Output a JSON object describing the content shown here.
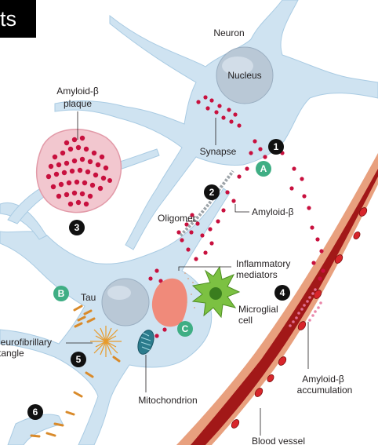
{
  "header_tab": "ts",
  "labels": {
    "neuron": "Neuron",
    "nucleus": "Nucleus",
    "amyloid_plaque": [
      "Amyloid-β",
      "plaque"
    ],
    "synapse": "Synapse",
    "oligomer": "Oligomer",
    "amyloid_beta": "Amyloid-β",
    "inflammatory_mediators": [
      "Inflammatory",
      "mediators"
    ],
    "tau": "Tau",
    "microglial_cell": [
      "Microglial",
      "cell"
    ],
    "neurofibrillary_tangle": [
      "Neurofibrillary",
      "tangle"
    ],
    "mitochondrion": "Mitochondrion",
    "amyloid_accumulation": [
      "Amyloid-β",
      "accumulation"
    ],
    "blood_vessel": "Blood vessel"
  },
  "step_numbers": [
    "1",
    "2",
    "3",
    "4",
    "5",
    "6"
  ],
  "letter_markers": [
    "A",
    "B",
    "C"
  ],
  "colors": {
    "neuron_fill": "#cfe3f1",
    "neuron_stroke": "#9fc4de",
    "amyloid_dot": "#c8103e",
    "vessel_wall": "#e8a07e",
    "vessel_inner": "#9e1a1a",
    "green_marker": "#3fae84",
    "tau_orange": "#d98a2a",
    "microglia_green": "#7cc142",
    "inflammation_pink": "#f08a7a"
  }
}
